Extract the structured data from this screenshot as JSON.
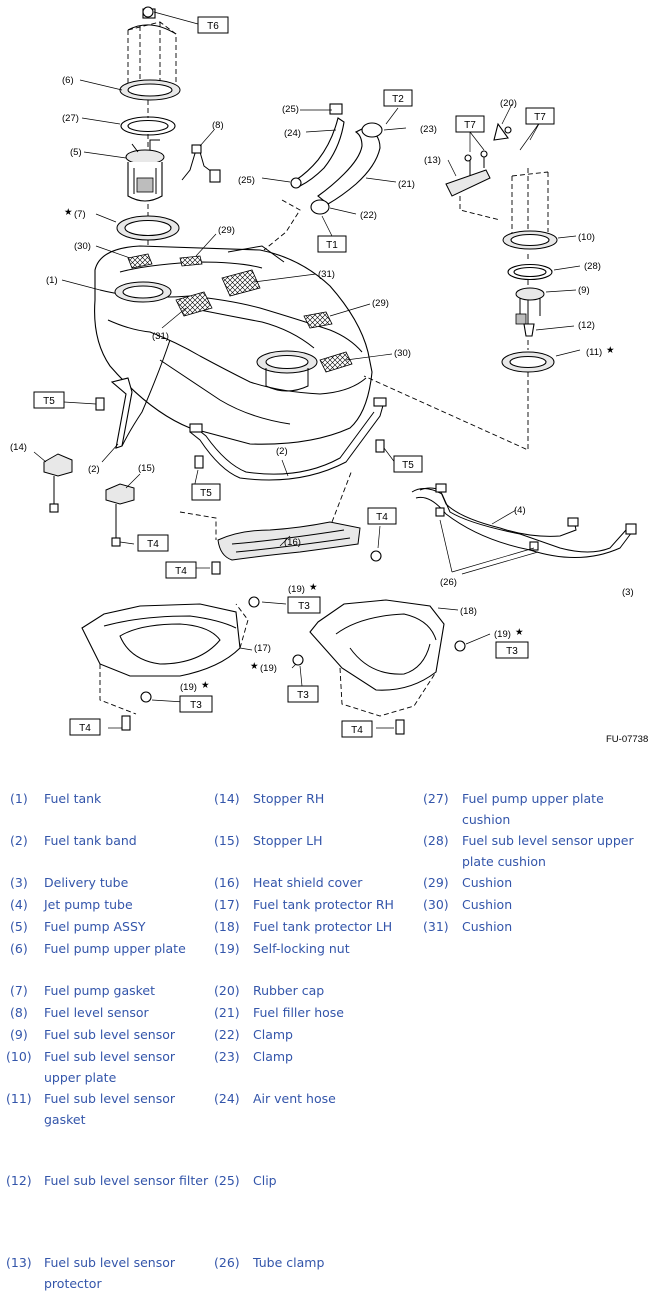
{
  "figure_code": "FU-07738",
  "callouts": {
    "c1": "(1)",
    "c2a": "(2)",
    "c2b": "(2)",
    "c3": "(3)",
    "c4": "(4)",
    "c5": "(5)",
    "c6": "(6)",
    "c7": "(7)",
    "c8": "(8)",
    "c9": "(9)",
    "c10": "(10)",
    "c11": "(11)",
    "c12": "(12)",
    "c13": "(13)",
    "c14": "(14)",
    "c15": "(15)",
    "c16": "(16)",
    "c17": "(17)",
    "c18": "(18)",
    "c19a": "(19)",
    "c19b": "(19)",
    "c19c": "(19)",
    "c19d": "(19)",
    "c20": "(20)",
    "c21": "(21)",
    "c22": "(22)",
    "c23": "(23)",
    "c24": "(24)",
    "c25a": "(25)",
    "c25b": "(25)",
    "c26": "(26)",
    "c27": "(27)",
    "c28": "(28)",
    "c29a": "(29)",
    "c29b": "(29)",
    "c30a": "(30)",
    "c30b": "(30)",
    "c31a": "(31)",
    "c31b": "(31)",
    "star": "★"
  },
  "torque_labels": {
    "t1": "T1",
    "t2": "T2",
    "t3a": "T3",
    "t3b": "T3",
    "t3c": "T3",
    "t3d": "T3",
    "t4a": "T4",
    "t4b": "T4",
    "t4c": "T4",
    "t4d": "T4",
    "t4e": "T4",
    "t5a": "T5",
    "t5b": "T5",
    "t5c": "T5",
    "t6": "T6",
    "t7a": "T7",
    "t7b": "T7"
  },
  "legend": [
    {
      "num": "(1)",
      "name": "Fuel tank"
    },
    {
      "num": "(2)",
      "name": "Fuel tank band"
    },
    {
      "num": "(3)",
      "name": "Delivery tube"
    },
    {
      "num": "(4)",
      "name": "Jet pump tube"
    },
    {
      "num": "(5)",
      "name": "Fuel pump ASSY"
    },
    {
      "num": "(6)",
      "name": "Fuel pump upper plate"
    },
    {
      "num": "(7)",
      "name": "Fuel pump gasket"
    },
    {
      "num": "(8)",
      "name": "Fuel level sensor"
    },
    {
      "num": "(9)",
      "name": "Fuel sub level sensor"
    },
    {
      "num": "(10)",
      "name": "Fuel sub level sensor upper plate"
    },
    {
      "num": "(11)",
      "name": "Fuel sub level sensor gasket"
    },
    {
      "num": "(12)",
      "name": "Fuel sub level sensor filter"
    },
    {
      "num": "(13)",
      "name": "Fuel sub level sensor protector"
    },
    {
      "num": "(14)",
      "name": "Stopper RH"
    },
    {
      "num": "(15)",
      "name": "Stopper LH"
    },
    {
      "num": "(16)",
      "name": "Heat shield cover"
    },
    {
      "num": "(17)",
      "name": "Fuel tank protector RH"
    },
    {
      "num": "(18)",
      "name": "Fuel tank protector LH"
    },
    {
      "num": "(19)",
      "name": "Self-locking nut"
    },
    {
      "num": "(20)",
      "name": "Rubber cap"
    },
    {
      "num": "(21)",
      "name": "Fuel filler hose"
    },
    {
      "num": "(22)",
      "name": "Clamp"
    },
    {
      "num": "(23)",
      "name": "Clamp"
    },
    {
      "num": "(24)",
      "name": "Air vent hose"
    },
    {
      "num": "(25)",
      "name": "Clip"
    },
    {
      "num": "(26)",
      "name": "Tube clamp"
    },
    {
      "num": "(27)",
      "name": "Fuel pump upper plate cushion"
    },
    {
      "num": "(28)",
      "name": "Fuel sub level sensor upper plate cushion"
    },
    {
      "num": "(29)",
      "name": "Cushion"
    },
    {
      "num": "(30)",
      "name": "Cushion"
    },
    {
      "num": "(31)",
      "name": "Cushion"
    }
  ]
}
